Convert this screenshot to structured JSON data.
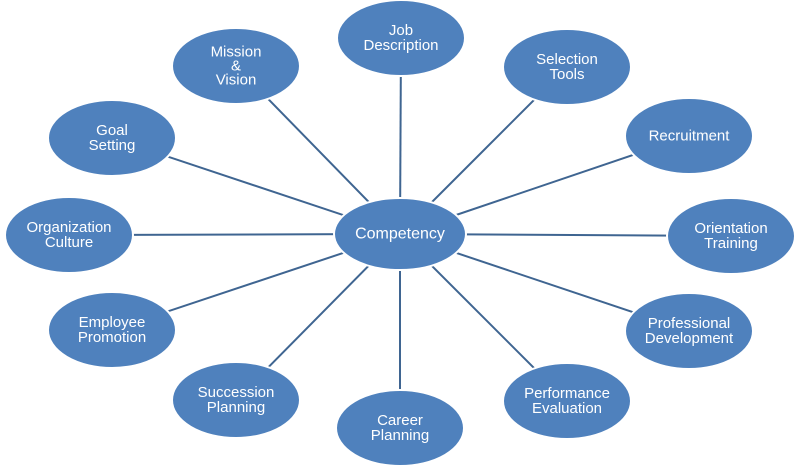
{
  "style": {
    "node_fill": "#4f81bd",
    "node_stroke": "#ffffff",
    "text_color": "#ffffff",
    "line_color": "#3f6591"
  },
  "center": {
    "id": "competency",
    "label": "Competency"
  },
  "nodes": [
    {
      "id": "job-description",
      "lines": [
        "Job",
        "Description"
      ]
    },
    {
      "id": "selection-tools",
      "lines": [
        "Selection",
        "Tools"
      ]
    },
    {
      "id": "recruitment",
      "lines": [
        "Recruitment"
      ]
    },
    {
      "id": "orientation-training",
      "lines": [
        "Orientation",
        "Training"
      ]
    },
    {
      "id": "professional-development",
      "lines": [
        "Professional",
        "Development"
      ]
    },
    {
      "id": "performance-evaluation",
      "lines": [
        "Performance",
        "Evaluation"
      ]
    },
    {
      "id": "career-planning",
      "lines": [
        "Career",
        "Planning"
      ]
    },
    {
      "id": "succession-planning",
      "lines": [
        "Succession",
        "Planning"
      ]
    },
    {
      "id": "employee-promotion",
      "lines": [
        "Employee",
        "Promotion"
      ]
    },
    {
      "id": "organization-culture",
      "lines": [
        "Organization",
        "Culture"
      ]
    },
    {
      "id": "goal-setting",
      "lines": [
        "Goal",
        "Setting"
      ]
    },
    {
      "id": "mission-vision",
      "lines": [
        "Mission",
        "&",
        "Vision"
      ]
    }
  ]
}
